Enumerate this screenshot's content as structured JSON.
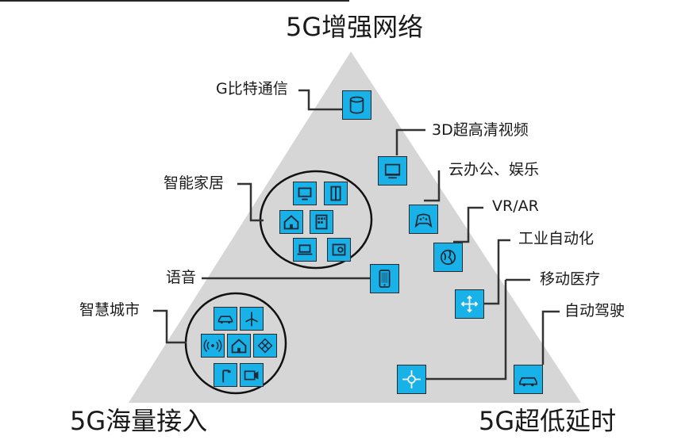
{
  "diagram": {
    "corner_titles": {
      "top": "5G增强网络",
      "bottom_left": "5G海量接入",
      "bottom_right": "5G超低延时"
    },
    "labels": {
      "g_comm": "G比特通信",
      "video_3d": "3D超高清视频",
      "cloud_office": "云办公、娱乐",
      "vr_ar": "VR/AR",
      "industrial": "工业自动化",
      "smart_home": "智能家居",
      "mobile_medical": "移动医疗",
      "voice": "语音",
      "autonomous": "自动驾驶",
      "smart_city": "智慧城市"
    },
    "colors": {
      "triangle": "#d6d6d6",
      "icon_fill": "#18b2e8",
      "line": "#333333"
    },
    "icons": {
      "g_comm": "database-icon",
      "video_3d": "monitor-icon",
      "cloud_office": "gamepad-icon",
      "vr_ar": "globe-icon",
      "industrial": "arrows-cross-icon",
      "voice": "phone-icon",
      "mobile_medical": "network-node-icon",
      "autonomous": "car-icon",
      "smart_home_group": [
        "monitor-icon",
        "door-icon",
        "house-icon",
        "fridge-icon",
        "laptop-icon",
        "safe-icon"
      ],
      "smart_city_group": [
        "car-icon",
        "windmill-icon",
        "signal-icon",
        "house-icon",
        "grid-icon",
        "streetlight-icon",
        "camera-icon"
      ]
    }
  }
}
